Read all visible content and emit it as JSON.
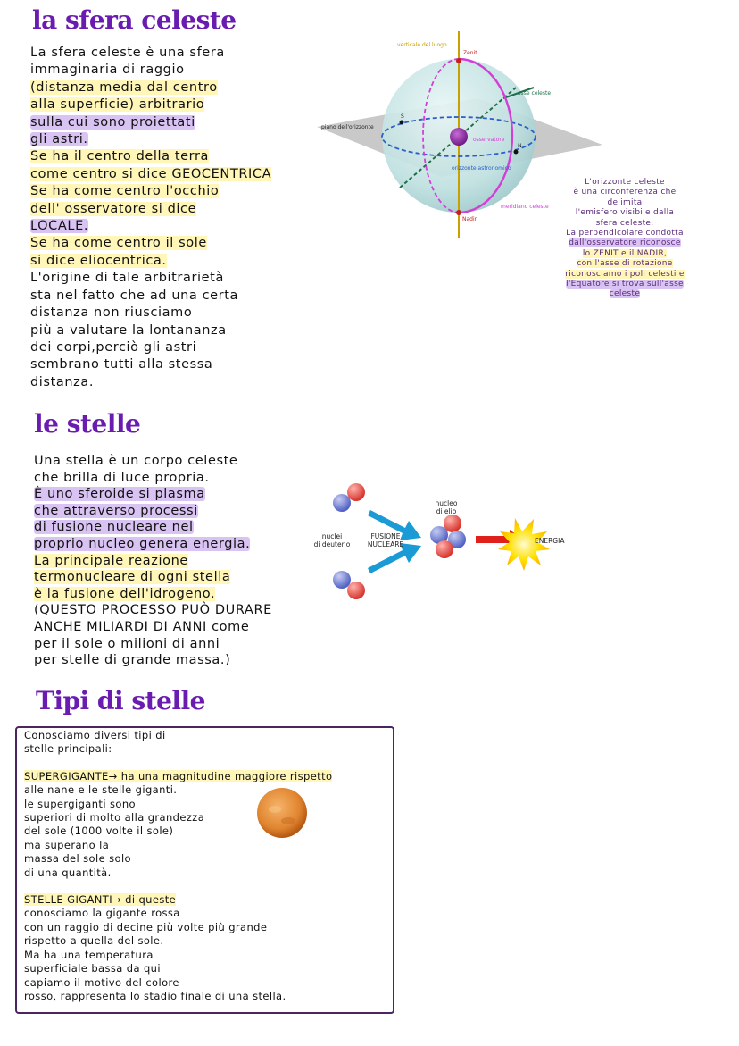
{
  "section1": {
    "title": "la sfera celeste",
    "lines": [
      "La sfera celeste è una sfera",
      "immaginaria di raggio",
      "(distanza media dal centro",
      "alla superficie) arbitrario",
      "sulla cui sono proiettati",
      "gli astri.",
      "Se ha il centro della terra",
      "come centro si dice GEOCENTRICA",
      "Se ha come centro l'occhio",
      "dell' osservatore si dice",
      "LOCALE.",
      "Se ha come centro il sole",
      "si dice eliocentrica.",
      "L'origine di tale arbitrarietà",
      "sta nel fatto che ad una certa",
      "distanza non riusciamo",
      "più a valutare la lontananza",
      "dei corpi,perciò gli astri",
      "sembrano tutti alla stessa",
      "distanza."
    ]
  },
  "diagram1": {
    "verticale": "verticale del luogo",
    "zenit": "Zenit",
    "asse": "asse celeste",
    "piano": "piano dell'orizzonte",
    "osservatore": "osservatore",
    "orizzonte": "orizzonte astronomico",
    "meridiano": "meridiano celeste",
    "nadir": "Nadir",
    "s": "S",
    "n": "N"
  },
  "note": {
    "lines": [
      "L'orizzonte celeste",
      "è una circonferenza che",
      "delimita",
      "l'emisfero visibile dalla",
      "sfera celeste.",
      "La perpendicolare condotta",
      "dall'osservatore riconosce",
      "lo ZENIT e il NADIR,",
      "con l'asse di rotazione",
      "riconosciamo i poli celesti e",
      "l'Equatore si trova sull'asse",
      "celeste"
    ]
  },
  "section2": {
    "title": "le stelle",
    "lines": [
      "Una stella è un corpo celeste",
      "che brilla di luce propria.",
      "È uno sferoide si plasma",
      "che attraverso processi",
      "di fusione nucleare nel",
      "proprio nucleo genera energia.",
      "La principale reazione",
      "termonucleare di ogni stella",
      "è la fusione dell'idrogeno.",
      "(QUESTO PROCESSO PUÒ DURARE",
      "ANCHE MILIARDI DI ANNI come",
      "per il sole o milioni di anni",
      "per stelle di grande massa.)"
    ]
  },
  "diagram2": {
    "deuterio_1": "nuclei",
    "deuterio_2": "di deuterio",
    "fusione_1": "FUSIONE",
    "fusione_2": "NUCLEARE",
    "elio_1": "nucleo",
    "elio_2": "di elio",
    "energia": "ENERGIA"
  },
  "section3": {
    "title": "Tipi di stelle",
    "lines": [
      "Conosciamo diversi tipi di",
      "stelle principali:",
      "",
      "SUPERGIGANTE→ ha una magnitudine maggiore rispetto",
      "alle nane e le stelle giganti.",
      "le supergiganti sono",
      "superiori di molto alla grandezza",
      "del sole (1000 volte il sole)",
      "ma superano la",
      "massa del sole solo",
      "di una quantità.",
      "",
      "STELLE GIGANTI→ di queste",
      "conosciamo la gigante rossa",
      "con un raggio di decine più volte  più grande",
      "rispetto a quella del sole.",
      "Ma ha una temperatura",
      "superficiale bassa da qui",
      "capiamo il motivo del colore",
      "rosso, rappresenta lo stadio finale di una stella."
    ]
  },
  "colors": {
    "title": "#6a1bb0",
    "highlight_yellow": "#fff6b8",
    "highlight_purple": "#d9c3f3",
    "box_border": "#4a2560"
  }
}
